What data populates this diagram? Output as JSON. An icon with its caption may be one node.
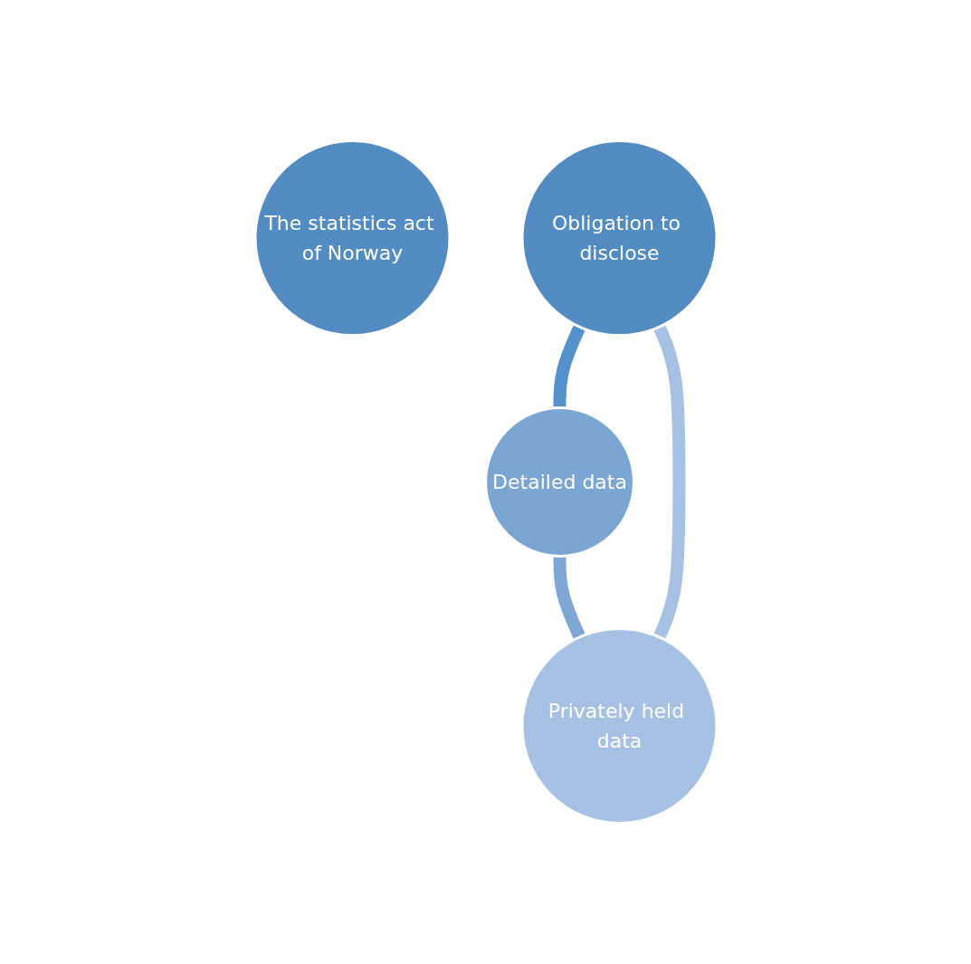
{
  "diagram": {
    "nodes": [
      {
        "text": [
          "The statistics act of Norway"
        ]
      },
      {
        "text": [
          "Obligation to disclose"
        ]
      },
      {
        "text": [
          "Detailed data"
        ]
      },
      {
        "text": [
          "Privately held data"
        ]
      }
    ],
    "edges": [
      {
        "from": 1,
        "to": 2,
        "arrow": "none",
        "color": "#5592cc"
      },
      {
        "from": 2,
        "to": 3,
        "arrow": "none",
        "color": "#7ea7d4"
      },
      {
        "from": 3,
        "to": 1,
        "arrow": "none",
        "color": "#a6c1e3"
      }
    ]
  }
}
